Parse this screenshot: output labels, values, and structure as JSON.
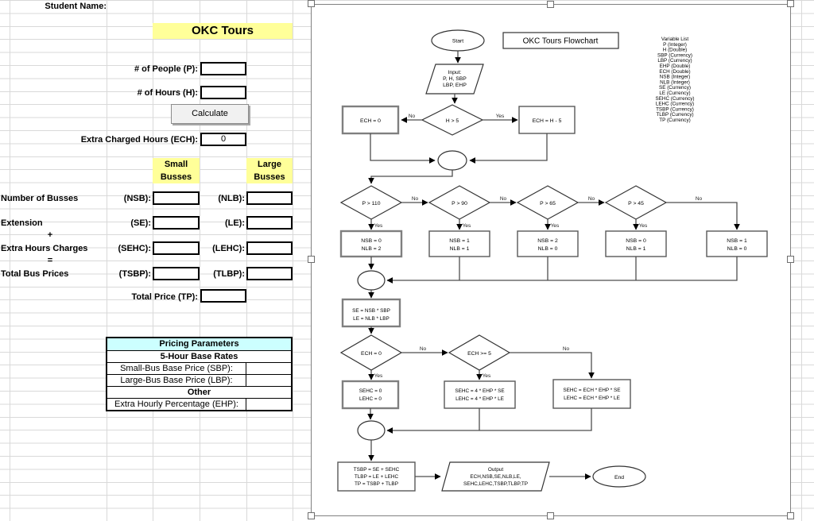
{
  "colors": {
    "highlight_yellow": "#ffff99",
    "header_cyan": "#ccffff"
  },
  "sheet": {
    "student_name_label": "Student Name:",
    "title": "OKC Tours",
    "people_label": "# of People (P):",
    "hours_label": "# of Hours (H):",
    "calculate_button": "Calculate",
    "ech_label": "Extra Charged Hours (ECH):",
    "ech_value": "0",
    "small_busses_header": "Small Busses",
    "large_busses_header": "Large Busses",
    "plus_symbol": "+",
    "equals_symbol": "=",
    "rows": [
      {
        "name": "Number of Busses",
        "small_code": "(NSB):",
        "large_code": "(NLB):"
      },
      {
        "name": "Extension",
        "small_code": "(SE):",
        "large_code": "(LE):"
      },
      {
        "name": "Extra Hours Charges",
        "small_code": "(SEHC):",
        "large_code": "(LEHC):"
      },
      {
        "name": "Total Bus Prices",
        "small_code": "(TSBP):",
        "large_code": "(TLBP):"
      }
    ],
    "total_price_label": "Total Price (TP):",
    "pricing": {
      "header": "Pricing Parameters",
      "base_rates_header": "5-Hour Base Rates",
      "sbp_label": "Small-Bus Base Price (SBP):",
      "lbp_label": "Large-Bus Base Price (LBP):",
      "other_header": "Other",
      "ehp_label": "Extra Hourly Percentage (EHP):"
    }
  },
  "flowchart": {
    "title": "OKC Tours Flowchart",
    "start_label": "Start",
    "end_label": "End",
    "yes_label": "Yes",
    "no_label": "No",
    "input_lines": [
      "Input:",
      "P, H, SBP",
      "LBP, EHP"
    ],
    "variable_list": [
      "Variable List",
      "P (Integer)",
      "H (Double)",
      "SBP (Currency)",
      "LBP (Currency)",
      "EHP (Double)",
      "ECH (Double)",
      "NSB (Integer)",
      "NLB (Integer)",
      "SE (Currency)",
      "LE (Currency)",
      "SEHC (Currency)",
      "LEHC (Currency)",
      "TSBP (Currency)",
      "TLBP (Currency)",
      "TP (Currency)"
    ],
    "d_hours": "H > 5",
    "ech_zero_box": "ECH = 0",
    "ech_calc_box": "ECH = H - 5",
    "d_p110": "P > 110",
    "d_p90": "P > 90",
    "d_p65": "P > 65",
    "d_p45": "P > 45",
    "bus1": [
      "NSB = 0",
      "NLB = 2"
    ],
    "bus2": [
      "NSB = 1",
      "NLB = 1"
    ],
    "bus3": [
      "NSB = 2",
      "NLB = 0"
    ],
    "bus4": [
      "NSB = 0",
      "NLB = 1"
    ],
    "bus5": [
      "NSB = 1",
      "NLB = 0"
    ],
    "ext_box": [
      "SE = NSB * SBP",
      "LE = NLB * LBP"
    ],
    "d_ech0": "ECH = 0",
    "d_ech5": "ECH >= 5",
    "charge1": [
      "SEHC = 0",
      "LEHC = 0"
    ],
    "charge2": [
      "SEHC = 4 * EHP * SE",
      "LEHC = 4 * EHP * LE"
    ],
    "charge3": [
      "SEHC = ECH * EHP * SE",
      "LEHC = ECH * EHP * LE"
    ],
    "totals_box": [
      "TSBP = SE + SEHC",
      "TLBP = LE + LEHC",
      "TP = TSBP + TLBP"
    ],
    "output_lines": [
      "Output",
      "ECH,NSB,SE,NLB,LE,",
      "SEHC,LEHC,TSBP,TLBP,TP"
    ]
  }
}
